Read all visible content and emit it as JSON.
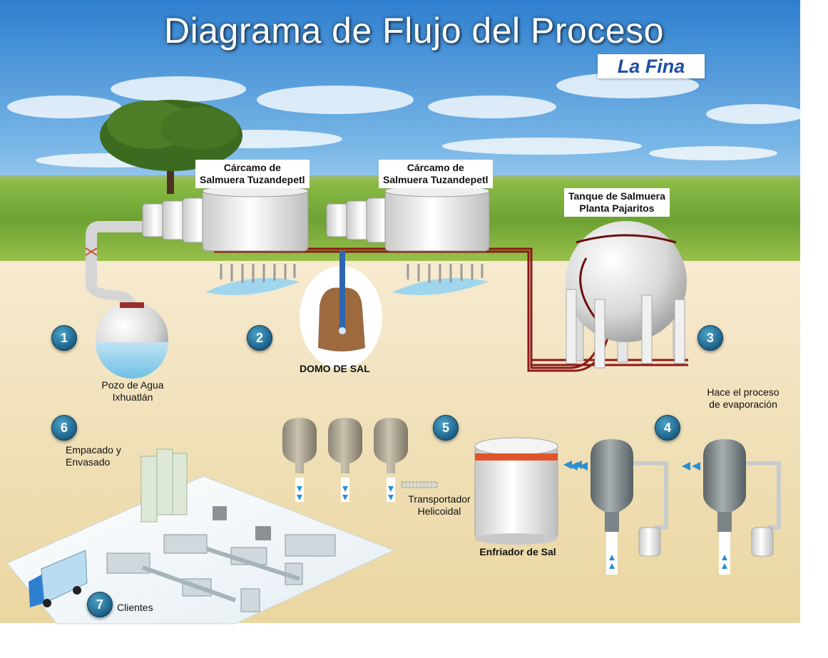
{
  "title": "Diagrama de Flujo del Proceso",
  "logo": {
    "text": "La Fina"
  },
  "colors": {
    "pipe": "#8b1a1a",
    "ground": "#f1e2b8",
    "sky_top": "#3f8fd4",
    "grass": "#6fa536",
    "badge": "#1b6a94"
  },
  "steps": [
    {
      "num": "1",
      "label_line1": "Pozo de Agua",
      "label_line2": "Ixhuatlán"
    },
    {
      "num": "2",
      "label_line1": "DOMO DE SAL"
    },
    {
      "num": "3",
      "label_line1": "Tanque de Salmuera",
      "label_line2": "Planta Pajaritos"
    },
    {
      "num": "4",
      "label_line1": "Hace el proceso",
      "label_line2": "de evaporación"
    },
    {
      "num": "5",
      "label_line1": "Enfriador de Sal"
    },
    {
      "num": "6",
      "label_line1": "Empacado y",
      "label_line2": "Envasado"
    },
    {
      "num": "7",
      "label_line1": "Clientes"
    }
  ],
  "carcamo_left": {
    "line1": "Cárcamo de",
    "line2": "Salmuera Tuzandepetl"
  },
  "carcamo_right": {
    "line1": "Cárcamo de",
    "line2": "Salmuera Tuzandepetl"
  },
  "transport": {
    "line1": "Transportador",
    "line2": "Helicoidal"
  }
}
